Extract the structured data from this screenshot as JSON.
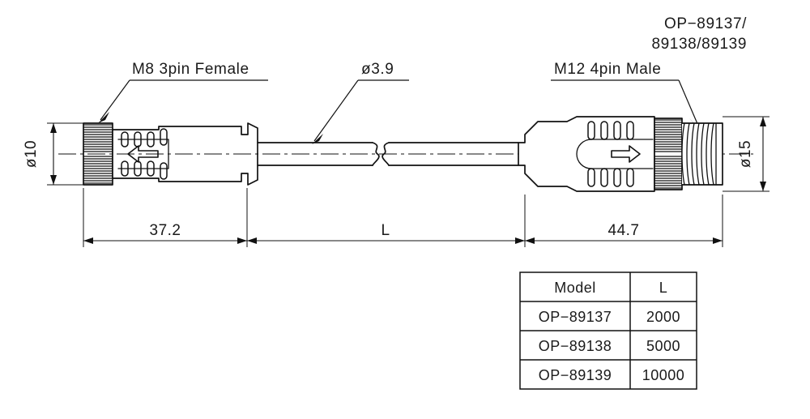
{
  "drawing": {
    "part_code_label": {
      "line1": "OP−89137/",
      "line2": "89138/89139"
    },
    "callouts": {
      "left_connector": "M8 3pin Female",
      "cable_diameter": "ø3.9",
      "right_connector": "M12 4pin Male"
    },
    "dimensions": {
      "left_diameter": "ø10",
      "right_diameter": "ø15",
      "left_length": "37.2",
      "cable_length": "L",
      "right_length": "44.7"
    },
    "table": {
      "headers": [
        "Model",
        "L"
      ],
      "rows": [
        {
          "model": "OP−89137",
          "length": "2000"
        },
        {
          "model": "OP−89138",
          "length": "5000"
        },
        {
          "model": "OP−89139",
          "length": "10000"
        }
      ]
    },
    "colors": {
      "ink": "#111111",
      "paper": "#ffffff"
    }
  }
}
